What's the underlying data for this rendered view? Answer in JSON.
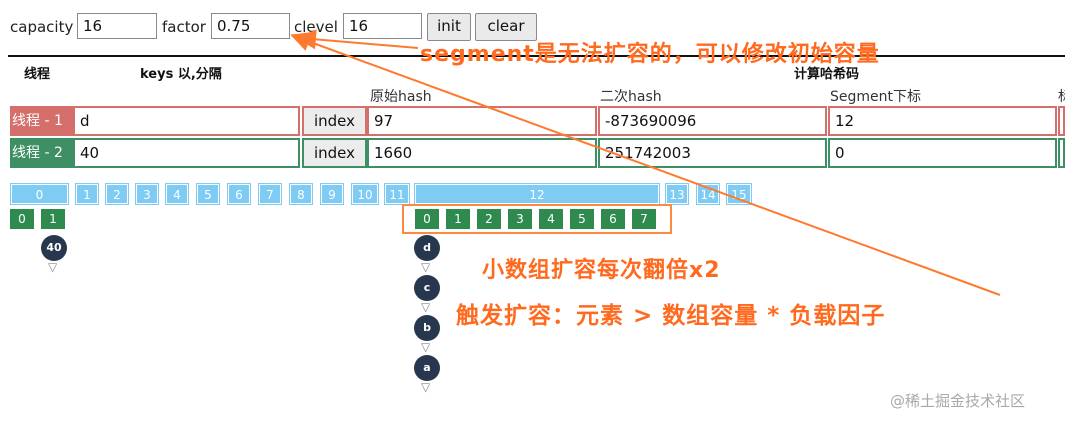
{
  "controls": {
    "capacity_label": "capacity",
    "capacity_value": "16",
    "factor_label": "factor",
    "factor_value": "0.75",
    "clevel_label": "clevel",
    "clevel_value": "16",
    "init_label": "init",
    "clear_label": "clear"
  },
  "table": {
    "col_thread": "线程",
    "col_keys": "keys 以,分隔",
    "col_hash_group": "计算哈希码",
    "sub_original_hash": "原始hash",
    "sub_secondary_hash": "二次hash",
    "sub_segment_index": "Segment下标",
    "sub_truncated": "标",
    "rows": [
      {
        "thread": "线程 - 1",
        "key": "d",
        "index_label": "index",
        "orig_hash": "97",
        "second_hash": "-873690096",
        "segment": "12",
        "color": "#d56f6c"
      },
      {
        "thread": "线程 - 2",
        "key": "40",
        "index_label": "index",
        "orig_hash": "1660",
        "second_hash": "251742003",
        "segment": "0",
        "color": "#3e8f63"
      }
    ]
  },
  "segments": {
    "labels": [
      "0",
      "1",
      "2",
      "3",
      "4",
      "5",
      "6",
      "7",
      "8",
      "9",
      "10",
      "11",
      "12",
      "13",
      "14",
      "15"
    ],
    "bucket_color": "#7ecbf4"
  },
  "small_arrays": {
    "seg0": [
      "0",
      "1"
    ],
    "seg12": [
      "0",
      "1",
      "2",
      "3",
      "4",
      "5",
      "6",
      "7"
    ],
    "color": "#2f8a4e"
  },
  "chains": {
    "seg0_bucket0": [
      "40"
    ],
    "seg12_bucket0": [
      "d",
      "c",
      "b",
      "a"
    ]
  },
  "annotations": {
    "segment_note": "segment是无法扩容的，可以修改初始容量",
    "resize_note": "小数组扩容每次翻倍x2",
    "trigger_note": "触发扩容：元素 > 数组容量 * 负载因子",
    "accent": "#ff6a1f"
  },
  "watermark": "@稀土掘金技术社区"
}
